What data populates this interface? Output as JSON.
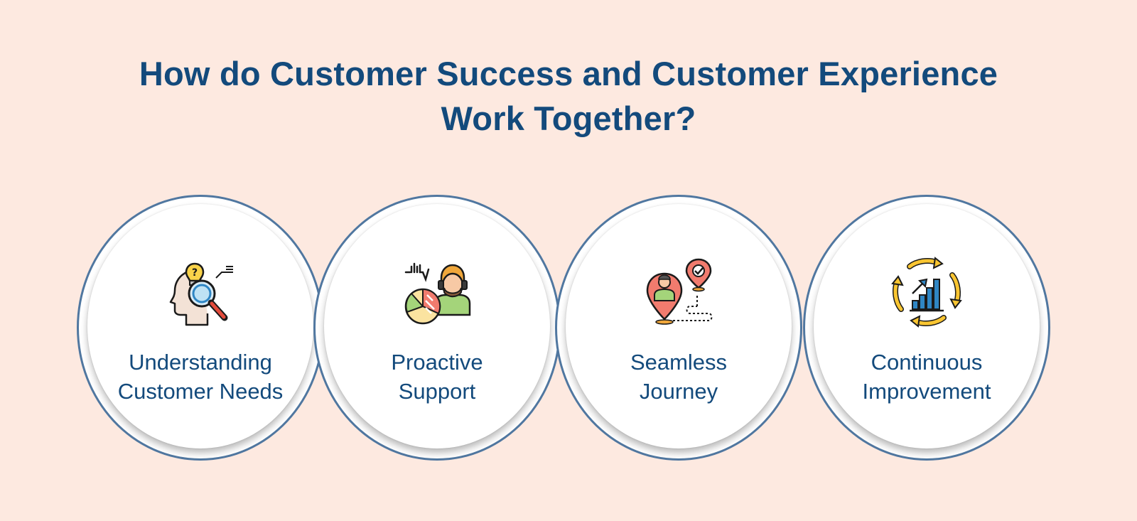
{
  "title": {
    "line1": "How do Customer Success and Customer Experience",
    "line2": "Work Together?"
  },
  "items": [
    {
      "icon": "head-lightbulb-magnifier-icon",
      "label_line1": "Understanding",
      "label_line2": "Customer Needs"
    },
    {
      "icon": "support-agent-chart-icon",
      "label_line1": "Proactive",
      "label_line2": "Support"
    },
    {
      "icon": "journey-map-pin-icon",
      "label_line1": "Seamless",
      "label_line2": "Journey"
    },
    {
      "icon": "cycle-bar-chart-icon",
      "label_line1": "Continuous",
      "label_line2": "Improvement"
    }
  ],
  "colors": {
    "background": "#fde9e0",
    "title": "#134a7c",
    "circle_border": "#5077a0"
  }
}
